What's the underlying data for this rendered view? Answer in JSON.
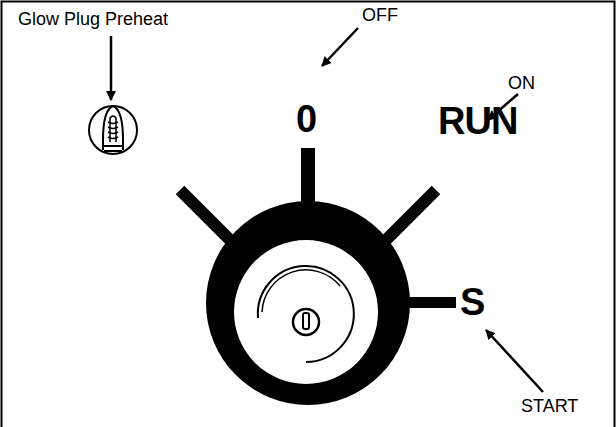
{
  "diagram": {
    "labels": [
      "Glow Plug Preheat",
      "OFF",
      "0",
      "RUN",
      "ON",
      "S",
      "START"
    ]
  }
}
